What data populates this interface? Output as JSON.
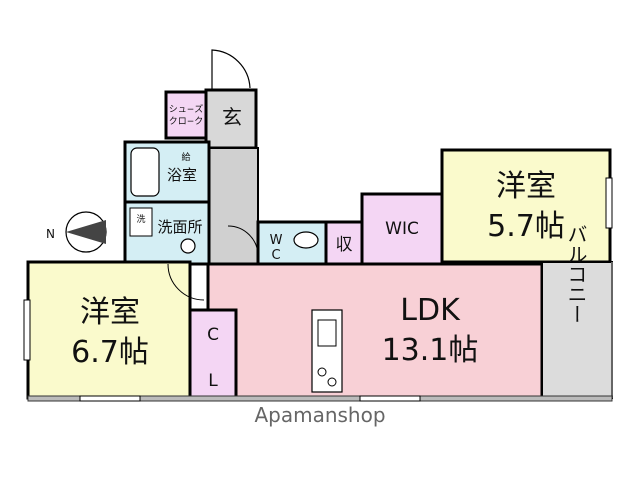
{
  "rooms": {
    "western_right": {
      "name": "洋室",
      "size": "5.7帖"
    },
    "western_left": {
      "name": "洋室",
      "size": "6.7帖"
    },
    "ldk": {
      "name": "LDK",
      "size": "13.1帖"
    },
    "wic": {
      "name": "WIC"
    },
    "storage": {
      "name": "収"
    },
    "closet": {
      "line1": "C",
      "line2": "L"
    },
    "toilet": {
      "line1": "W",
      "line2": "C"
    },
    "bath": {
      "name": "浴室"
    },
    "washroom": {
      "name": "洗面所"
    },
    "entrance": {
      "name": "玄"
    },
    "shoe_closet": {
      "line1": "シュ−ズ",
      "line2": "クロ−ク"
    },
    "balcony": {
      "name": "バルコニー"
    },
    "washer": {
      "name": "洗"
    },
    "water_heater": {
      "name": "給"
    }
  },
  "compass": {
    "label": "N"
  },
  "watermark": "Apamanshop",
  "colors": {
    "western": "#fafacc",
    "ldk": "#f8d0d6",
    "purple": "#f4d6f4",
    "bath": "#d4eef4",
    "gray": "#cccccc",
    "shoe": "#f4d6f4",
    "wall": "#000000"
  }
}
